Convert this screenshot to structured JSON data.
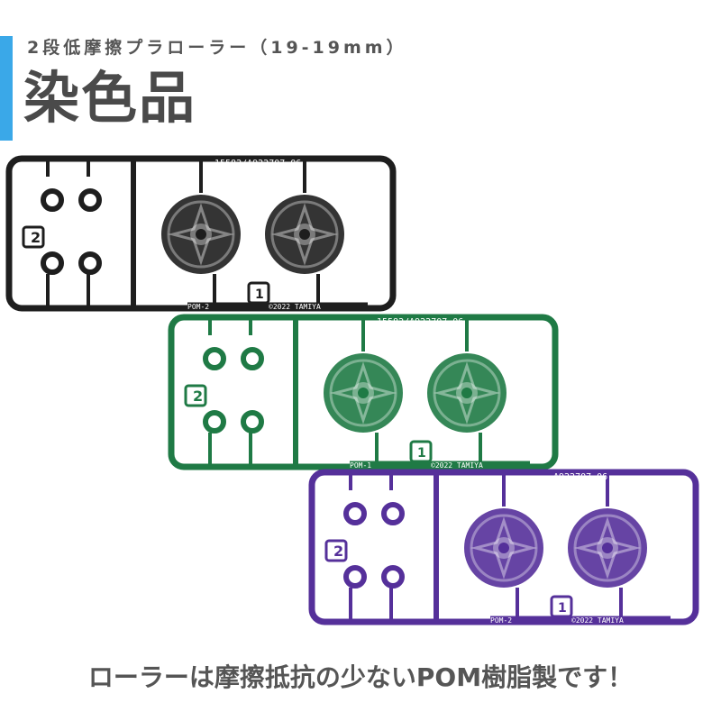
{
  "header": {
    "subtitle": "2段低摩擦プラローラー（19-19mm）",
    "title": "染色品"
  },
  "caption": "ローラーは摩擦抵抗の少ないPOM樹脂製です！",
  "colors": {
    "accent": "#3aa8e8",
    "black_part": "#1e1e1e",
    "green_part": "#1f7a45",
    "purple_part": "#55309a"
  },
  "parts": [
    {
      "color": "black",
      "top_code": "15582/A922707-06",
      "bottom_code": "©2022 TAMIYA",
      "tab_label": "POM-2",
      "part_numbers": [
        "1",
        "2"
      ]
    },
    {
      "color": "green",
      "top_code": "15582/A922707-06",
      "bottom_code": "©2022 TAMIYA",
      "tab_label": "POM-1",
      "part_numbers": [
        "1",
        "2"
      ]
    },
    {
      "color": "purple",
      "top_code": "A922707-06",
      "bottom_code": "©2022 TAMIYA",
      "tab_label": "POM-2",
      "part_numbers": [
        "1",
        "2"
      ]
    }
  ]
}
